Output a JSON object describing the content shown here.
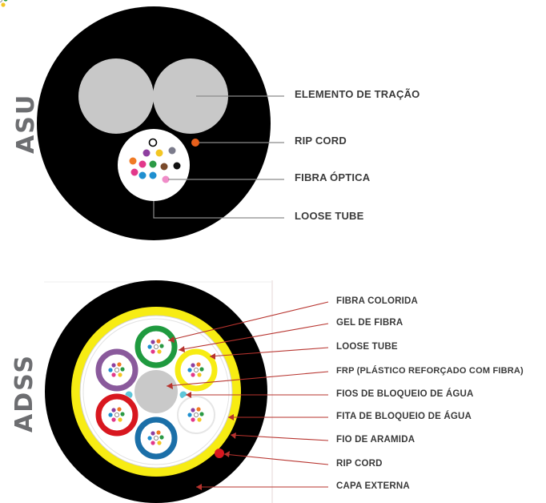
{
  "asu": {
    "side_label": "ASU",
    "labels": {
      "elemento": "ELEMENTO DE TRAÇÃO",
      "ripcord": "RIP CORD",
      "fibra": "FIBRA ÓPTICA",
      "loose": "LOOSE TUBE"
    },
    "colors": {
      "jacket": "#000000",
      "strength": "#c8c8c8",
      "ripcord": "#e8601c",
      "leader": "#8a8a8a"
    }
  },
  "adss": {
    "side_label": "ADSS",
    "labels": {
      "fibra_colorida": "FIBRA COLORIDA",
      "gel": "GEL DE FIBRA",
      "loose": "LOOSE TUBE",
      "frp": "FRP (PLÁSTICO REFORÇADO COM FIBRA)",
      "fios": "FIOS DE BLOQUEIO DE ÁGUA",
      "fita": "FITA DE BLOQUEIO DE ÁGUA",
      "aramida": "FIO DE ARAMIDA",
      "ripcord": "RIP CORD",
      "capa": "CAPA EXTERNA"
    },
    "colors": {
      "jacket": "#000000",
      "aramid": "#f7ec13",
      "leader": "#b7332e",
      "tube_green": "#1f9a3f",
      "tube_yellow": "#f7ec13",
      "tube_white": "#e6e6e6",
      "tube_blue": "#1b6fa8",
      "tube_red": "#d8171f",
      "tube_purple": "#8a5a9c",
      "frp": "#c9c9c9",
      "water_threads": "#5ec6d9",
      "ripcord": "#d8171f"
    }
  }
}
